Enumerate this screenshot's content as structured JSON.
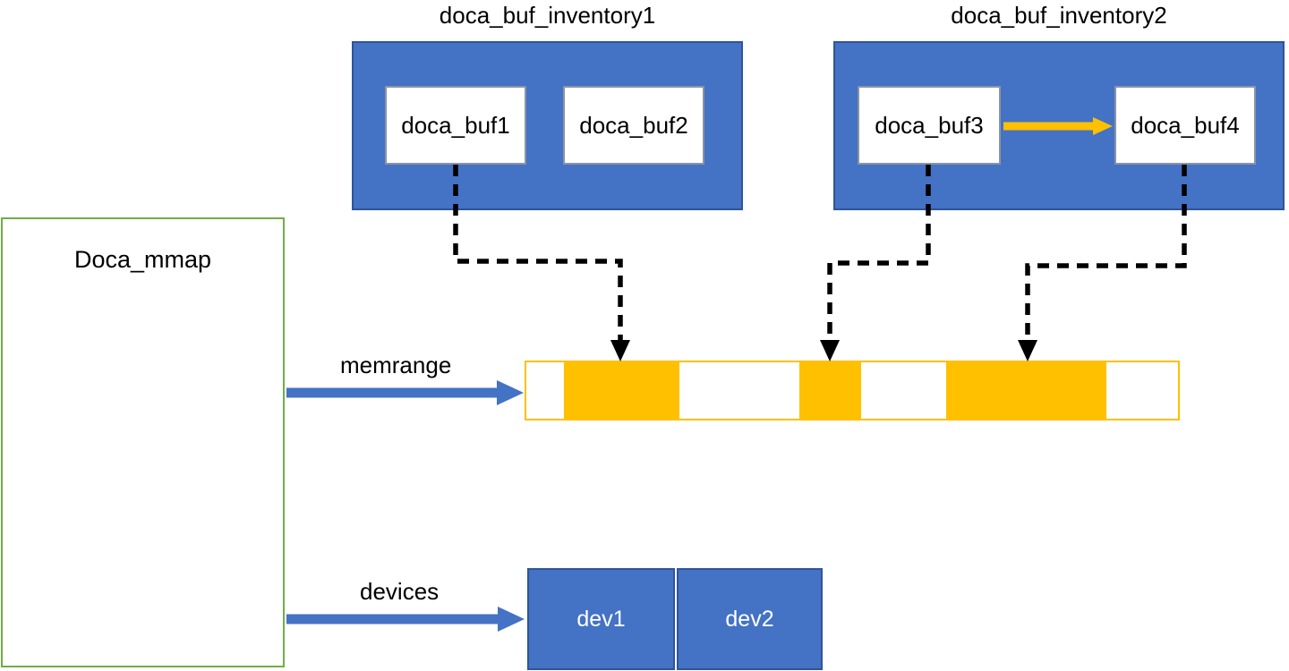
{
  "diagram": {
    "inventory1": {
      "title": "doca_buf_inventory1",
      "buffers": [
        {
          "label": "doca_buf1"
        },
        {
          "label": "doca_buf2"
        }
      ]
    },
    "inventory2": {
      "title": "doca_buf_inventory2",
      "buffers": [
        {
          "label": "doca_buf3"
        },
        {
          "label": "doca_buf4"
        }
      ]
    },
    "mmap": {
      "label": "Doca_mmap"
    },
    "memrange": {
      "label": "memrange",
      "segments": [
        {
          "state": "free",
          "width_pct": 5.74
        },
        {
          "state": "mapped",
          "width_pct": 17.76
        },
        {
          "state": "free",
          "width_pct": 18.44
        },
        {
          "state": "mapped",
          "width_pct": 9.43
        },
        {
          "state": "free",
          "width_pct": 13.11
        },
        {
          "state": "mapped",
          "width_pct": 24.59
        },
        {
          "state": "free",
          "width_pct": 10.93
        }
      ]
    },
    "devices": {
      "label": "devices",
      "items": [
        {
          "label": "dev1"
        },
        {
          "label": "dev2"
        }
      ]
    },
    "connectors": [
      {
        "from": "doca_buf1",
        "to": "memrange-mapped-segment-1",
        "style": "dashed-black-arrow"
      },
      {
        "from": "doca_buf3",
        "to": "memrange-mapped-segment-2",
        "style": "dashed-black-arrow"
      },
      {
        "from": "doca_buf4",
        "to": "memrange-mapped-segment-3",
        "style": "dashed-black-arrow"
      },
      {
        "from": "doca_buf3",
        "to": "doca_buf4",
        "style": "solid-yellow-arrow"
      },
      {
        "from": "Doca_mmap",
        "to": "memrange",
        "style": "solid-blue-arrow"
      },
      {
        "from": "Doca_mmap",
        "to": "devices",
        "style": "solid-blue-arrow"
      }
    ],
    "colors": {
      "box_blue": "#4472C4",
      "box_blue_border": "#2F5597",
      "yellow": "#FFC000",
      "green_border": "#70AD47",
      "buffer_border": "#8A94A6",
      "connector_black": "#000000",
      "text": "#000000",
      "dev_text": "#FFFFFF",
      "white": "#FFFFFF"
    }
  }
}
